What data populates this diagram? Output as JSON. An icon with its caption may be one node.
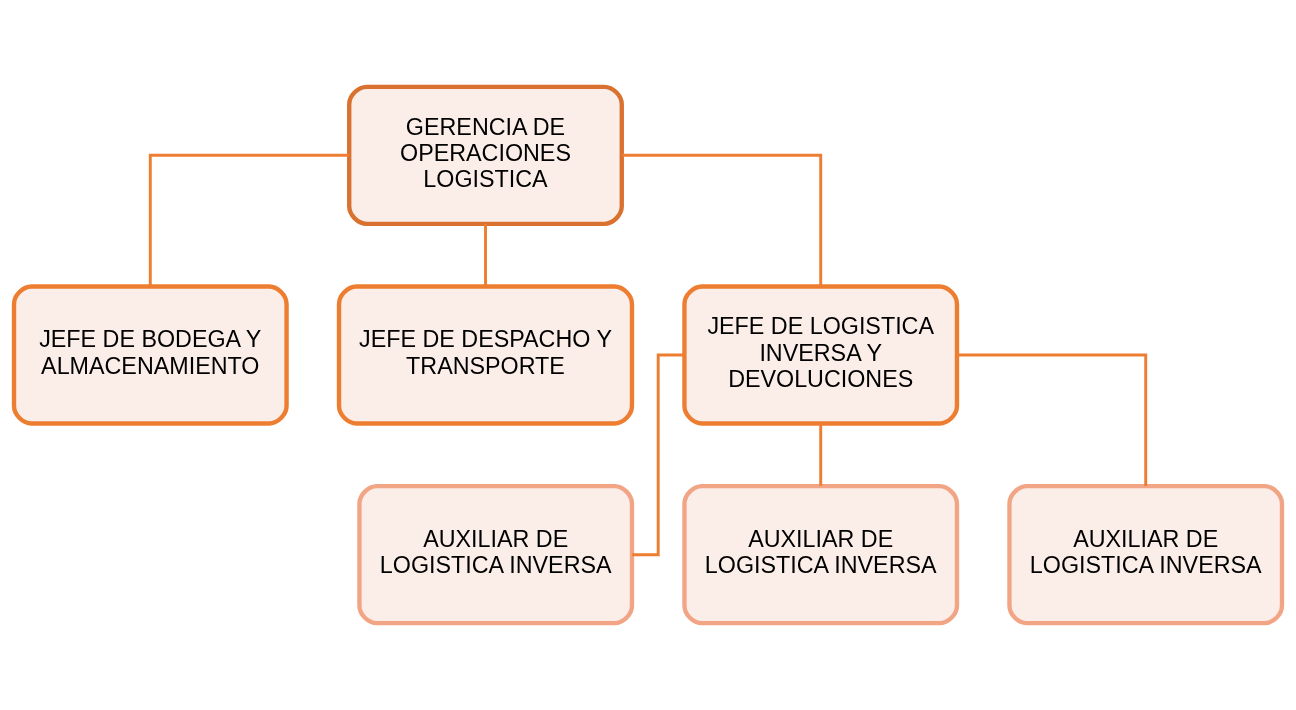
{
  "diagram": {
    "nodes": [
      {
        "text": [
          "GERENCIA DE OPERACIONES LOGISTICA"
        ]
      },
      {
        "text": [
          "JEFE DE BODEGA Y ALMACENAMIENTO"
        ]
      },
      {
        "text": [
          "JEFE DE DESPACHO Y TRANSPORTE"
        ]
      },
      {
        "text": [
          "JEFE DE LOGISTICA INVERSA Y DEVOLUCIONES"
        ]
      },
      {
        "text": [
          "AUXILIAR DE LOGISTICA INVERSA"
        ]
      },
      {
        "text": [
          "AUXILIAR DE LOGISTICA INVERSA"
        ]
      },
      {
        "text": [
          "AUXILIAR DE LOGISTICA INVERSA"
        ]
      }
    ],
    "edges": [
      {
        "from": 0,
        "to": 1,
        "arrow": "none"
      },
      {
        "from": 0,
        "to": 2,
        "arrow": "none"
      },
      {
        "from": 0,
        "to": 3,
        "arrow": "none"
      },
      {
        "from": 3,
        "to": 4,
        "arrow": "none"
      },
      {
        "from": 3,
        "to": 5,
        "arrow": "none"
      },
      {
        "from": 3,
        "to": 6,
        "arrow": "none"
      }
    ]
  }
}
